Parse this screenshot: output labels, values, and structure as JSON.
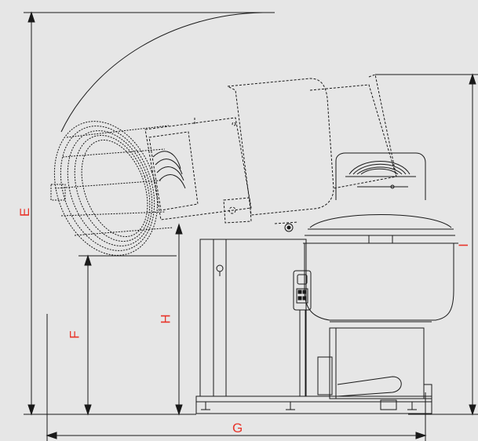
{
  "drawing": {
    "dimensions": {
      "e": "E",
      "f": "F",
      "g": "G",
      "h": "H",
      "i": "I"
    },
    "colors": {
      "background": "#e6e6e6",
      "line": "#1a1a1a",
      "dimension_text": "#e8342a"
    }
  }
}
